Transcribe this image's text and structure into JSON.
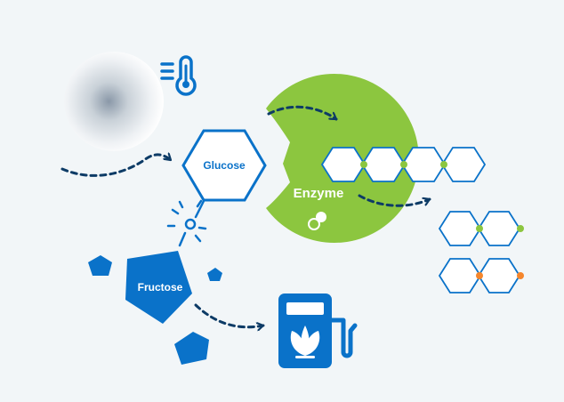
{
  "labels": {
    "glucose": "Glucose",
    "enzyme": "Enzyme",
    "fructose": "Fructose"
  },
  "colors": {
    "background": "#f2f6f8",
    "blue": "#0a72c9",
    "navy": "#0d3b66",
    "green": "#8cc63f",
    "orange": "#f5862c",
    "white": "#ffffff"
  },
  "icons": {
    "thermometer": "thermometer-icon",
    "fuel_pump": "fuel-pump-icon",
    "leaf": "leaf-icon"
  }
}
